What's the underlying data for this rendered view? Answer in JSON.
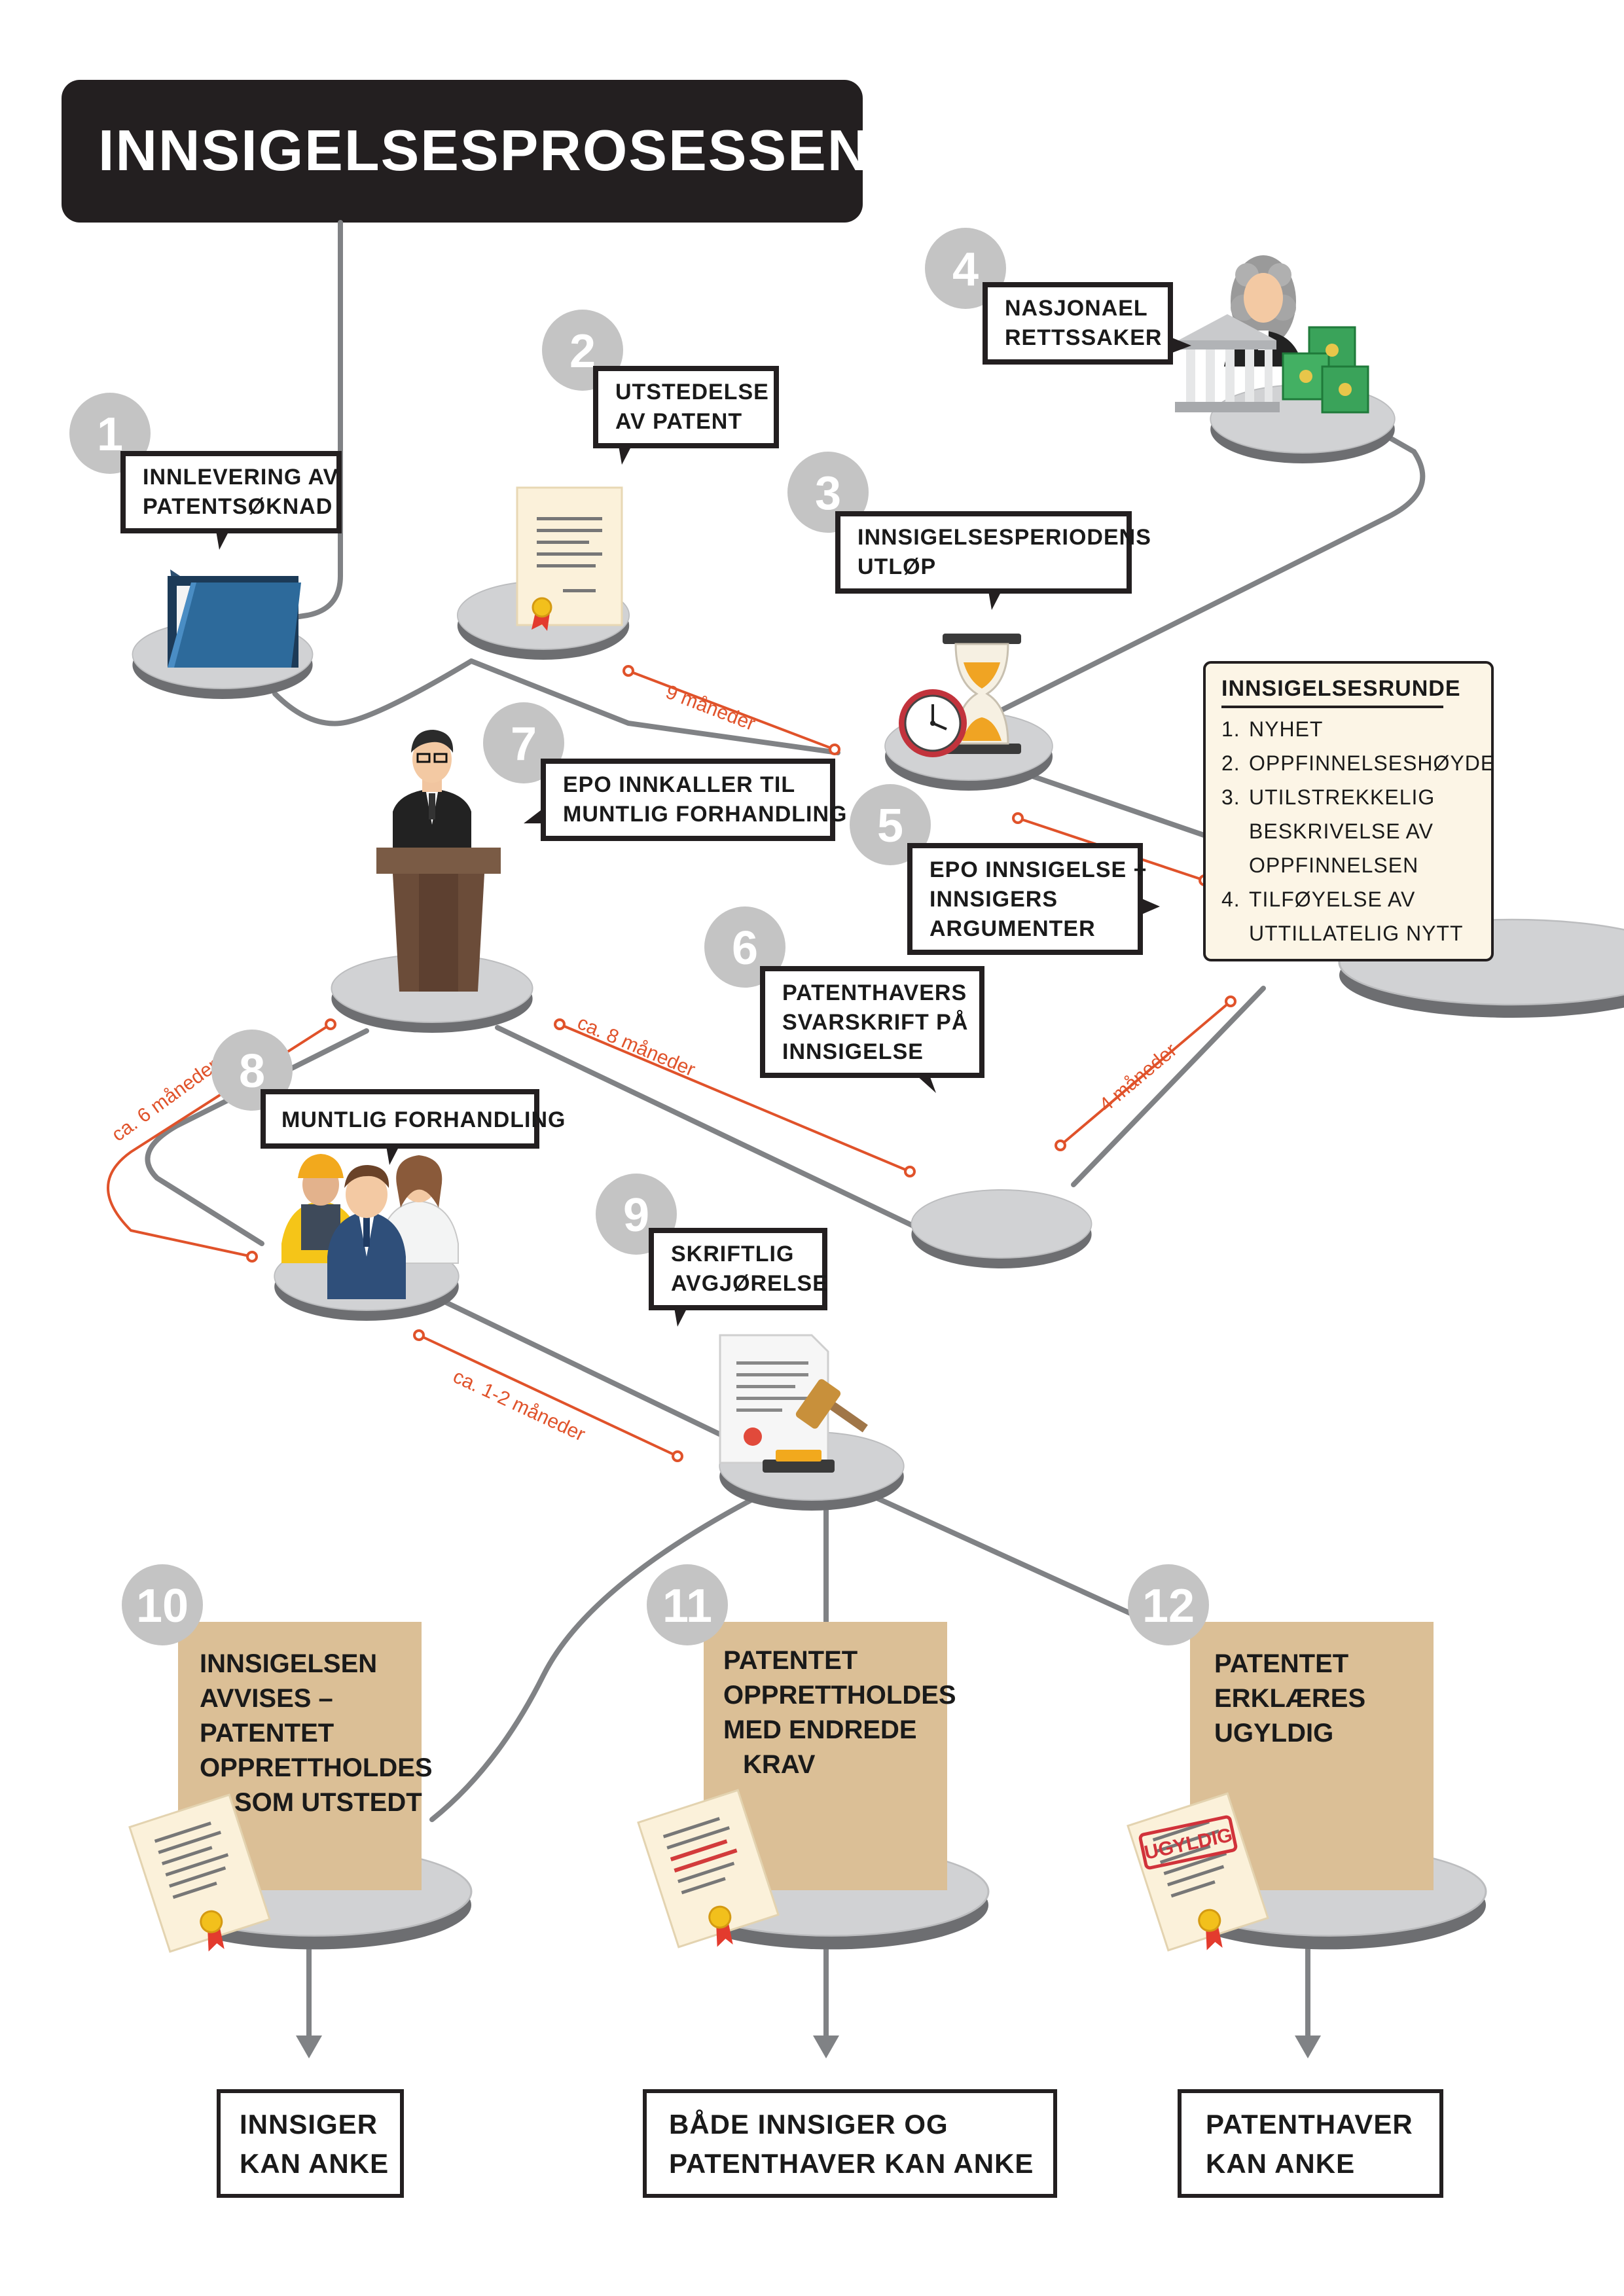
{
  "title": "INNSIGELSESPROSESSEN",
  "steps": [
    {
      "num": "1",
      "line1": "INNLEVERING AV",
      "line2": "PATENTSØKNAD"
    },
    {
      "num": "2",
      "line1": "UTSTEDELSE",
      "line2": "AV PATENT"
    },
    {
      "num": "3",
      "line1": "INNSIGELSESPERIODENS",
      "line2": "UTLØP"
    },
    {
      "num": "4",
      "line1": "NASJONAEL",
      "line2": "RETTSSAKER"
    },
    {
      "num": "5",
      "line1": "EPO INNSIGELSE +",
      "line2": "INNSIGERS",
      "line3": "ARGUMENTER"
    },
    {
      "num": "6",
      "line1": "PATENTHAVERS",
      "line2": "SVARSKRIFT PÅ",
      "line3": "INNSIGELSE"
    },
    {
      "num": "7",
      "line1": "EPO INNKALLER TIL",
      "line2": "MUNTLIG FORHANDLING"
    },
    {
      "num": "8",
      "line1": "MUNTLIG FORHANDLING"
    },
    {
      "num": "9",
      "line1": "SKRIFTLIG",
      "line2": "AVGJØRELSE"
    }
  ],
  "round": {
    "title": "INNSIGELSESRUNDE",
    "items": [
      {
        "n": "1.",
        "lines": [
          "NYHET"
        ]
      },
      {
        "n": "2.",
        "lines": [
          "OPPFINNELSESHØYDE"
        ]
      },
      {
        "n": "3.",
        "lines": [
          "UTILSTREKKELIG",
          "BESKRIVELSE AV",
          "OPPFINNELSEN"
        ]
      },
      {
        "n": "4.",
        "lines": [
          "TILFØYELSE AV",
          "UTTILLATELIG NYTT"
        ]
      }
    ]
  },
  "timings": [
    "9 måneder",
    "4 måneder",
    "ca. 8 måneder",
    "ca. 6 måneder",
    "ca. 1-2 måneder"
  ],
  "results": [
    {
      "num": "10",
      "lines": [
        "INNSIGELSEN",
        "AVVISES –",
        "PATENTET",
        "OPPRETTHOLDES",
        "SOM UTSTEDT"
      ]
    },
    {
      "num": "11",
      "lines": [
        "PATENTET",
        "OPPRETTHOLDES",
        "MED ENDREDE",
        "KRAV"
      ]
    },
    {
      "num": "12",
      "lines": [
        "PATENTET",
        "ERKLÆRES",
        "UGYLDIG"
      ]
    }
  ],
  "stamp": "UGYLDIG",
  "outcomes": [
    {
      "lines": [
        "INNSIGER",
        "KAN ANKE"
      ]
    },
    {
      "lines": [
        "BÅDE INNSIGER OG",
        "PATENTHAVER KAN ANKE"
      ]
    },
    {
      "lines": [
        "PATENTHAVER",
        "KAN ANKE"
      ]
    }
  ],
  "colors": {
    "accent": "#e0522a",
    "platform": "#6d6e71",
    "platform_top": "#d1d2d4",
    "doc": "#dbbf96",
    "dark": "#231f20",
    "circle": "#c4c4c4"
  }
}
